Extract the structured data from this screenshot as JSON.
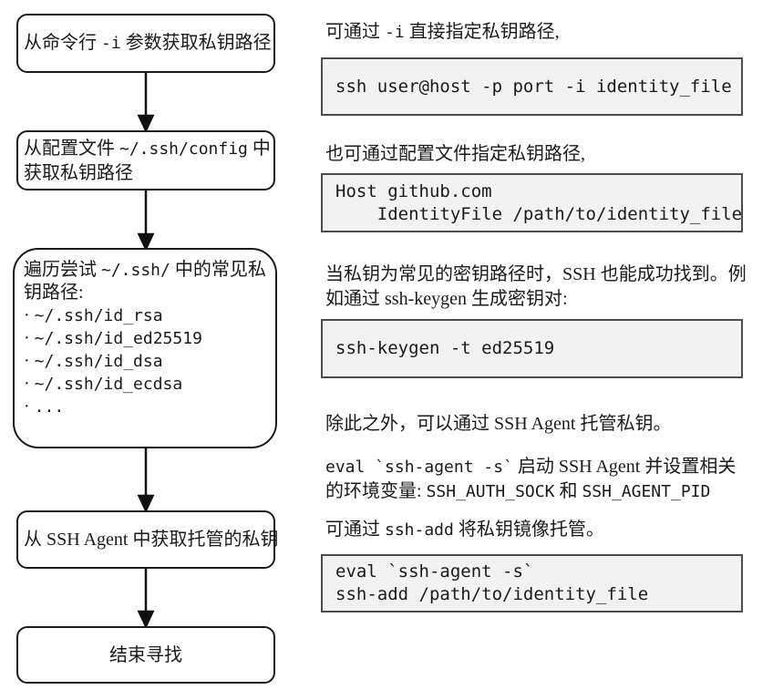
{
  "colors": {
    "background": "#ffffff",
    "text": "#1a1a1a",
    "box_border": "#1a1a1a",
    "box_fill": "#ffffff",
    "code_background": "#f2f2f2",
    "code_border": "#4d4d4d",
    "arrow": "#111111"
  },
  "flowchart": {
    "boxes": {
      "cmdline": {
        "lines": [
          [
            {
              "t": "从命令行 "
            },
            {
              "t": "-i",
              "m": 1
            },
            {
              "t": " 参数获取私钥路径"
            }
          ]
        ]
      },
      "config": {
        "lines": [
          [
            {
              "t": "从配置文件 "
            },
            {
              "t": "~/.ssh/config",
              "m": 1
            },
            {
              "t": " 中"
            }
          ],
          [
            {
              "t": "获取私钥路径"
            }
          ]
        ]
      },
      "common": {
        "lines": [
          [
            {
              "t": "遍历尝试 "
            },
            {
              "t": "~/.ssh/",
              "m": 1
            },
            {
              "t": " 中的常见私"
            }
          ],
          [
            {
              "t": "钥路径:"
            }
          ],
          [
            {
              "t": "· "
            },
            {
              "t": "~/.ssh/id_rsa",
              "m": 1
            }
          ],
          [
            {
              "t": "· "
            },
            {
              "t": "~/.ssh/id_ed25519",
              "m": 1
            }
          ],
          [
            {
              "t": "· "
            },
            {
              "t": "~/.ssh/id_dsa",
              "m": 1
            }
          ],
          [
            {
              "t": "· "
            },
            {
              "t": "~/.ssh/id_ecdsa",
              "m": 1
            }
          ],
          [
            {
              "t": "· "
            },
            {
              "t": "...",
              "m": 1
            }
          ]
        ]
      },
      "agent": {
        "lines": [
          [
            {
              "t": "从 SSH Agent 中获取托管的私钥"
            }
          ]
        ]
      },
      "end": {
        "lines": [
          [
            {
              "t": "结束寻找"
            }
          ]
        ]
      }
    }
  },
  "notes": {
    "p1": {
      "lines": [
        [
          {
            "t": "可通过 "
          },
          {
            "t": "-i",
            "m": 1
          },
          {
            "t": " 直接指定私钥路径,"
          }
        ]
      ]
    },
    "code1": {
      "text": "ssh user@host -p port -i identity_file"
    },
    "p2": {
      "lines": [
        [
          {
            "t": "也可通过配置文件指定私钥路径,"
          }
        ]
      ]
    },
    "code2": {
      "text": "Host github.com\n    IdentityFile /path/to/identity_file"
    },
    "p3": {
      "lines": [
        [
          {
            "t": "当私钥为常见的密钥路径时，SSH 也能成功找到。例"
          }
        ],
        [
          {
            "t": "如通过 ssh-keygen 生成密钥对:"
          }
        ]
      ]
    },
    "code3": {
      "text": "ssh-keygen -t ed25519"
    },
    "p4": {
      "lines": [
        [
          {
            "t": "除此之外，可以通过 SSH Agent 托管私钥。"
          }
        ]
      ]
    },
    "p5": {
      "lines": [
        [
          {
            "t": "eval `ssh-agent -s`",
            "m": 1
          },
          {
            "t": " 启动 SSH Agent 并设置相关"
          }
        ],
        [
          {
            "t": "的环境变量: "
          },
          {
            "t": "SSH_AUTH_SOCK",
            "m": 1
          },
          {
            "t": " 和 "
          },
          {
            "t": "SSH_AGENT_PID",
            "m": 1
          }
        ]
      ]
    },
    "p6": {
      "lines": [
        [
          {
            "t": "可通过 "
          },
          {
            "t": "ssh-add",
            "m": 1
          },
          {
            "t": " 将私钥镜像托管。"
          }
        ]
      ]
    },
    "code4": {
      "text": "eval `ssh-agent -s`\nssh-add /path/to/identity_file"
    }
  }
}
